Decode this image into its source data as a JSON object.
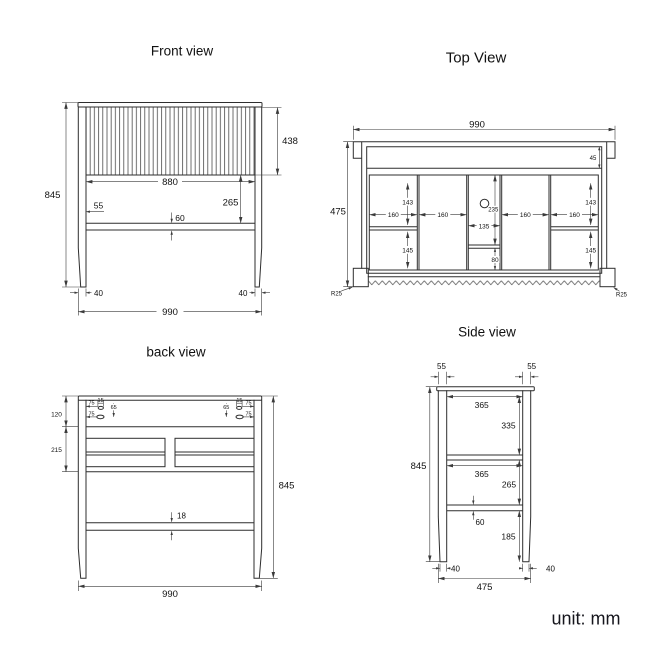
{
  "unit_label": "unit: mm",
  "colors": {
    "line": "#2e2e2e",
    "text": "#111111",
    "background": "#ffffff"
  },
  "drawing": {
    "front": {
      "title": "Front view",
      "d": {
        "h845": "845",
        "v438": "438",
        "w880": "880",
        "v265": "265",
        "o55": "55",
        "r60": "60",
        "l40": "40",
        "r40": "40",
        "w990": "990"
      }
    },
    "top": {
      "title": "Top View",
      "d": {
        "w990": "990",
        "d475": "475",
        "b45": "45",
        "c143l": "143",
        "c143r": "143",
        "c145l": "145",
        "c145r": "145",
        "w160a": "160",
        "w160b": "160",
        "w160c": "160",
        "w160d": "160",
        "m135": "135",
        "m235": "235",
        "m80": "80",
        "r25l": "R25",
        "r25r": "R25"
      }
    },
    "back": {
      "title": "back view",
      "d": {
        "t120": "120",
        "p215": "215",
        "h845": "845",
        "w990": "990",
        "s18": "18",
        "l75a": "75",
        "l15": "15",
        "l65": "65",
        "l75b": "75",
        "r65": "65",
        "r15": "15",
        "r75a": "75",
        "r75b": "75"
      }
    },
    "side": {
      "title": "Side view",
      "d": {
        "f55": "55",
        "b55": "55",
        "s365a": "365",
        "v335": "335",
        "s365b": "365",
        "v265": "265",
        "r60": "60",
        "v185": "185",
        "f40": "40",
        "b40": "40",
        "d475": "475",
        "h845": "845"
      }
    }
  }
}
